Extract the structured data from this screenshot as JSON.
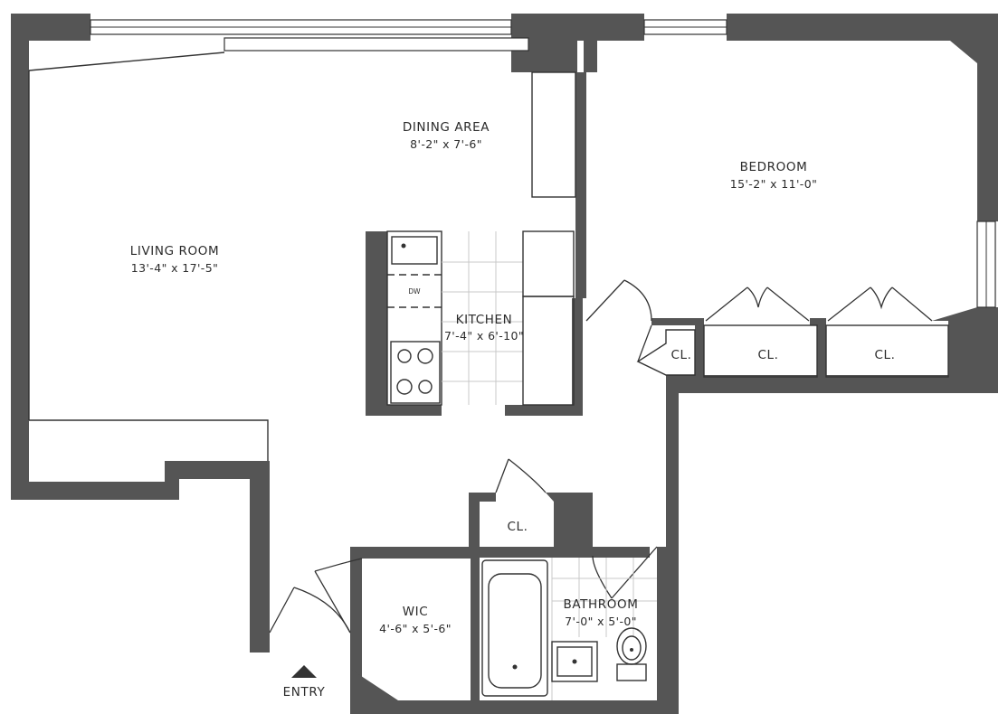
{
  "rooms": {
    "dining": {
      "name": "DINING AREA",
      "dims": "8'-2\" x 7'-6\""
    },
    "bedroom": {
      "name": "BEDROOM",
      "dims": "15'-2\" x 11'-0\""
    },
    "living": {
      "name": "LIVING ROOM",
      "dims": "13'-4\" x 17'-5\""
    },
    "kitchen": {
      "name": "KITCHEN",
      "dims": "7'-4\" x 6'-10\""
    },
    "wic": {
      "name": "WIC",
      "dims": "4'-6\" x 5'-6\""
    },
    "bathroom": {
      "name": "BATHROOM",
      "dims": "7'-0\" x 5'-0\""
    }
  },
  "closets": {
    "cl1": "CL.",
    "cl2": "CL.",
    "cl3": "CL.",
    "cl4": "CL."
  },
  "appliances": {
    "dishwasher": "DW"
  },
  "entry": "ENTRY",
  "colors": {
    "wall": "#555555",
    "line": "#333333",
    "tile": "#c9c9c9"
  }
}
